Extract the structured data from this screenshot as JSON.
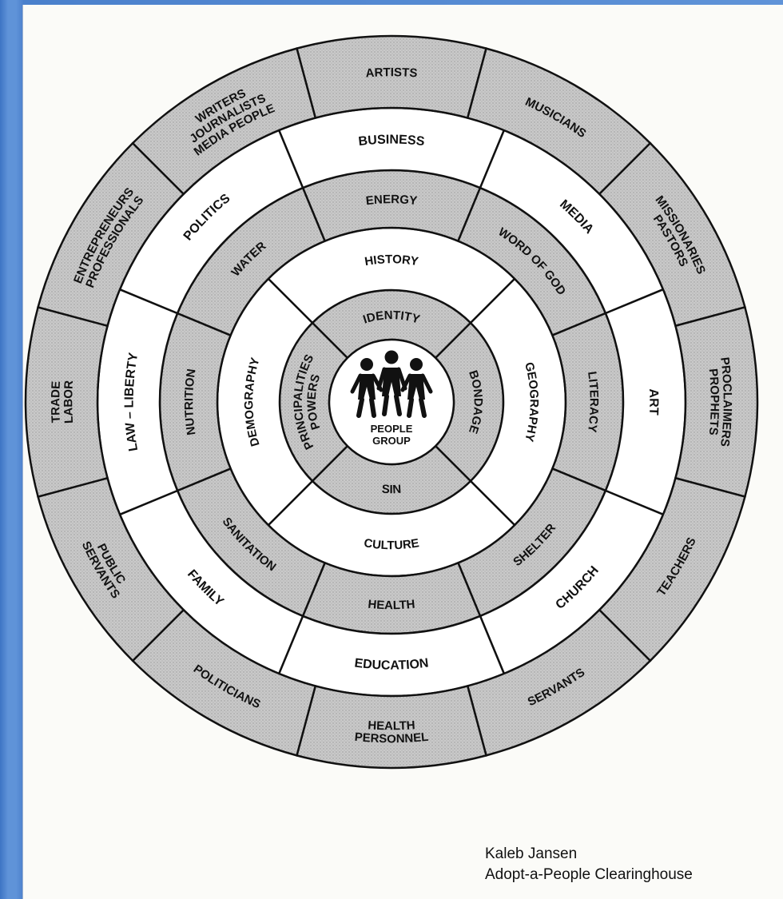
{
  "center": {
    "lines": [
      "PEOPLE",
      "GROUP"
    ],
    "icon": "people-group-icon"
  },
  "rings": [
    {
      "id": "ring1",
      "segments": [
        {
          "id": "identity",
          "label": "IDENTITY",
          "fill": "gray"
        },
        {
          "id": "bondage",
          "label": "BONDAGE",
          "fill": "gray"
        },
        {
          "id": "sin",
          "label": "SIN",
          "fill": "gray"
        },
        {
          "id": "principalities",
          "label": "PRINCIPALITIES",
          "label2": "POWERS",
          "fill": "gray"
        }
      ]
    },
    {
      "id": "ring2",
      "segments": [
        {
          "id": "history",
          "label": "HISTORY",
          "fill": "white"
        },
        {
          "id": "geography",
          "label": "GEOGRAPHY",
          "fill": "white"
        },
        {
          "id": "culture",
          "label": "CULTURE",
          "fill": "white"
        },
        {
          "id": "demography",
          "label": "DEMOGRAPHY",
          "fill": "white"
        }
      ]
    },
    {
      "id": "ring3",
      "segments": [
        {
          "id": "energy",
          "label": "ENERGY",
          "fill": "gray"
        },
        {
          "id": "word-of-god",
          "label": "WORD OF GOD",
          "fill": "gray"
        },
        {
          "id": "literacy",
          "label": "LITERACY",
          "fill": "gray"
        },
        {
          "id": "shelter",
          "label": "SHELTER",
          "fill": "gray"
        },
        {
          "id": "health",
          "label": "HEALTH",
          "fill": "gray"
        },
        {
          "id": "sanitation",
          "label": "SANITATION",
          "fill": "gray"
        },
        {
          "id": "nutrition",
          "label": "NUTRITION",
          "fill": "gray"
        },
        {
          "id": "water",
          "label": "WATER",
          "fill": "gray"
        }
      ]
    },
    {
      "id": "ring4",
      "segments": [
        {
          "id": "business",
          "label": "BUSINESS",
          "fill": "white"
        },
        {
          "id": "media",
          "label": "MEDIA",
          "fill": "white"
        },
        {
          "id": "art",
          "label": "ART",
          "fill": "white"
        },
        {
          "id": "church",
          "label": "CHURCH",
          "fill": "white"
        },
        {
          "id": "education",
          "label": "EDUCATION",
          "fill": "white"
        },
        {
          "id": "family",
          "label": "FAMILY",
          "fill": "white"
        },
        {
          "id": "law-liberty",
          "label": "LAW – LIBERTY",
          "fill": "white"
        },
        {
          "id": "politics",
          "label": "POLITICS",
          "fill": "white"
        }
      ]
    },
    {
      "id": "ring5",
      "segments": [
        {
          "id": "artists",
          "label": "ARTISTS",
          "fill": "gray"
        },
        {
          "id": "musicians",
          "label": "MUSICIANS",
          "fill": "gray"
        },
        {
          "id": "missionaries-pastors",
          "label": "MISSIONARIES",
          "label2": "PASTORS",
          "fill": "gray"
        },
        {
          "id": "proclaimers-prophets",
          "label": "PROCLAIMERS",
          "label2": "PROPHETS",
          "fill": "gray"
        },
        {
          "id": "teachers",
          "label": "TEACHERS",
          "fill": "gray"
        },
        {
          "id": "servants",
          "label": "SERVANTS",
          "fill": "gray"
        },
        {
          "id": "health-personnel",
          "label": "HEALTH",
          "label2": "PERSONNEL",
          "fill": "gray"
        },
        {
          "id": "politicians",
          "label": "POLITICIANS",
          "fill": "gray"
        },
        {
          "id": "public-servants",
          "label": "PUBLIC",
          "label2": "SERVANTS",
          "fill": "gray"
        },
        {
          "id": "trade-labor",
          "label": "TRADE",
          "label2": "LABOR",
          "fill": "gray"
        },
        {
          "id": "entrepreneurs-professionals",
          "label": "ENTREPRENEURS",
          "label2": "PROFESSIONALS",
          "fill": "gray"
        },
        {
          "id": "writers-journalists-media",
          "label": "WRITERS",
          "label2": "JOURNALISTS",
          "label3": "MEDIA PEOPLE",
          "fill": "gray"
        }
      ]
    }
  ],
  "credit": {
    "name": "Kaleb Jansen",
    "org": "Adopt-a-People Clearinghouse"
  },
  "colors": {
    "shade": "#c4c4c4",
    "white": "#ffffff",
    "line": "#111111",
    "page": "#fbfbf8"
  }
}
